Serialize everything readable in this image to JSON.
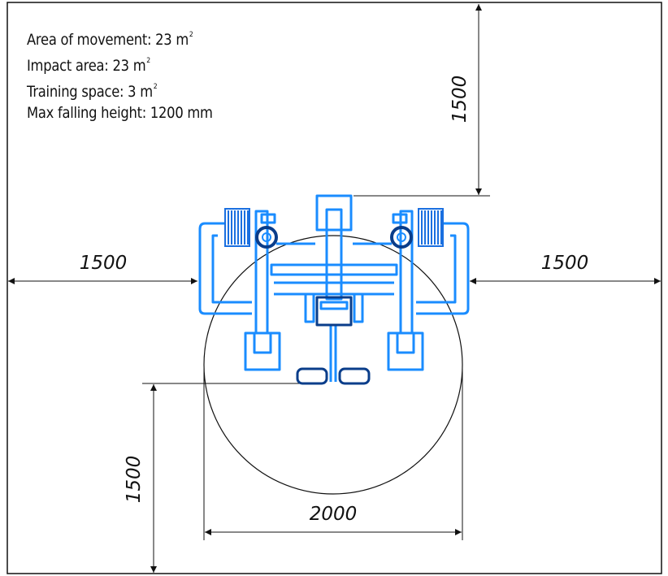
{
  "specs": {
    "movement_label": "Area of movement: 23 m",
    "impact_label": "Impact area: 23 m",
    "training_label": "Training space: 3 m",
    "falling_label": "Max falling height: 1200 mm",
    "superscript": "2"
  },
  "dimensions": {
    "top": "1500",
    "left": "1500",
    "right": "1500",
    "bottom": "1500",
    "diameter": "2000"
  },
  "colors": {
    "equipment": "#1a8cff",
    "equipment_dark": "#0a3d8a",
    "line": "#111111"
  }
}
